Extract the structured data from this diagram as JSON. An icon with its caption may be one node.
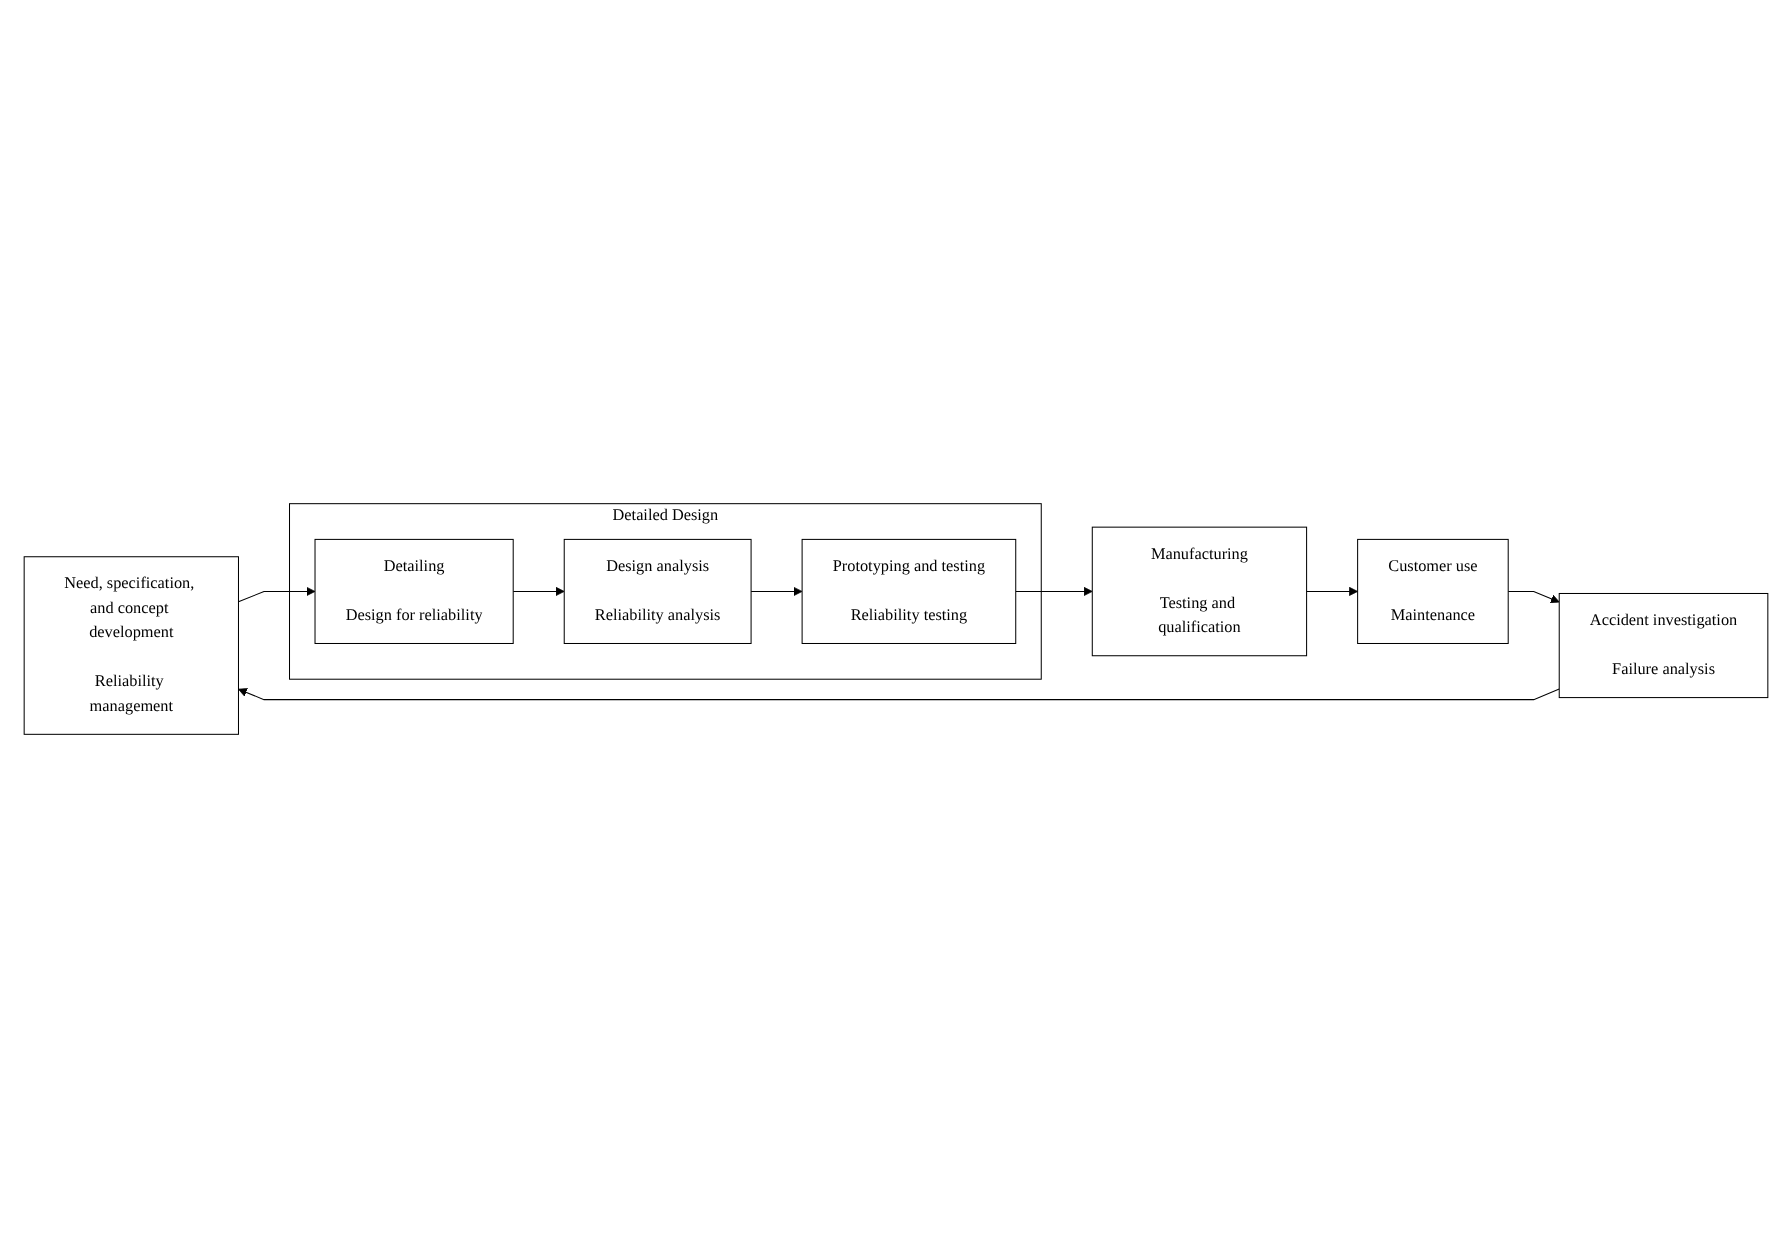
{
  "diagram": {
    "nodes": [
      {
        "text": [
          "Need, specification, and concept development",
          "Reliability management"
        ]
      },
      {
        "text": [
          "Detailed Design"
        ]
      },
      {
        "text": [
          "Detailing",
          "Design for reliability"
        ],
        "in": 1
      },
      {
        "text": [
          "Design analysis",
          "Reliability analysis"
        ],
        "in": 1
      },
      {
        "text": [
          "Prototyping and testing",
          "Reliability testing"
        ],
        "in": 1
      },
      {
        "text": [
          "Accident investigation",
          "Failure analysis"
        ]
      },
      {
        "text": [
          "Customer use",
          "Maintenance"
        ]
      },
      {
        "text": [
          "Manufacturing",
          "Testing and qualification"
        ]
      }
    ],
    "edges": [
      {
        "from": 0,
        "to": 2,
        "arrow": "to"
      },
      {
        "from": 2,
        "to": 3,
        "arrow": "to"
      },
      {
        "from": 3,
        "to": 4,
        "arrow": "to"
      },
      {
        "from": 4,
        "to": 7,
        "arrow": "to"
      },
      {
        "from": 7,
        "to": 6,
        "arrow": "to"
      },
      {
        "from": 6,
        "to": 5,
        "arrow": "to"
      },
      {
        "from": 5,
        "to": 0,
        "arrow": "to"
      }
    ]
  }
}
